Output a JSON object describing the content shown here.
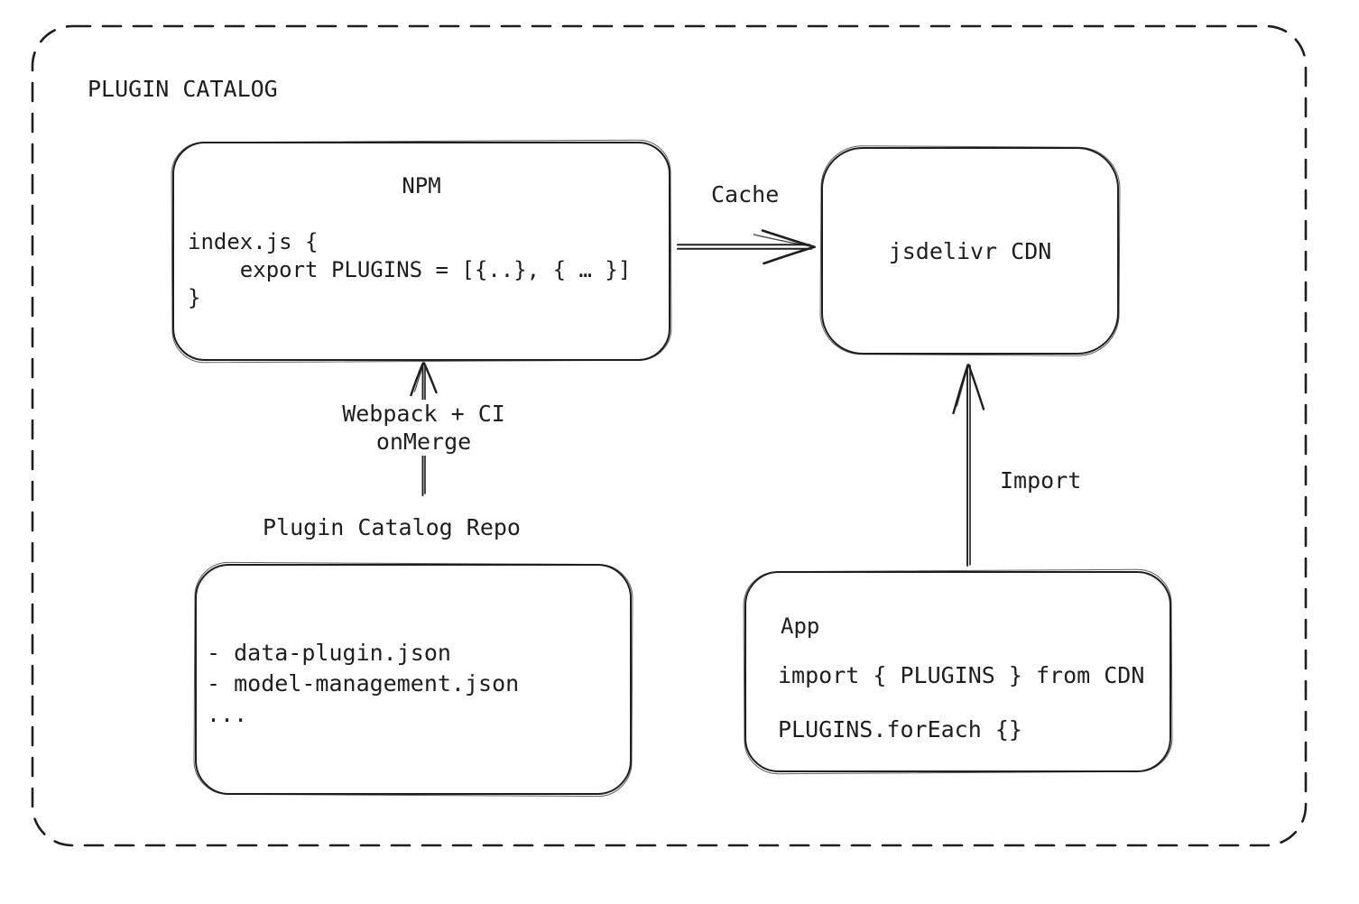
{
  "diagram": {
    "title": "PLUGIN CATALOG"
  },
  "colors": {
    "ink": "#1e1e1e",
    "background": "#ffffff"
  },
  "nodes": {
    "npm": {
      "title": "NPM",
      "code_lines": [
        "index.js {",
        "    export PLUGINS = [{..}, { … }]",
        "}"
      ]
    },
    "cdn": {
      "title": "jsdelivr CDN"
    },
    "repo": {
      "label": "Plugin Catalog Repo",
      "file_lines": [
        "- data-plugin.json",
        "- model-management.json",
        "..."
      ]
    },
    "app": {
      "title": "App",
      "code_lines": [
        "import { PLUGINS } from CDN",
        "PLUGINS.forEach {}"
      ]
    }
  },
  "connectors": {
    "cache": {
      "label": "Cache",
      "from": "NPM",
      "to": "jsdelivr CDN"
    },
    "build": {
      "label_lines": [
        "Webpack + CI",
        "onMerge"
      ],
      "from": "Plugin Catalog Repo",
      "to": "NPM"
    },
    "import": {
      "label": "Import",
      "from": "App",
      "to": "jsdelivr CDN"
    }
  }
}
